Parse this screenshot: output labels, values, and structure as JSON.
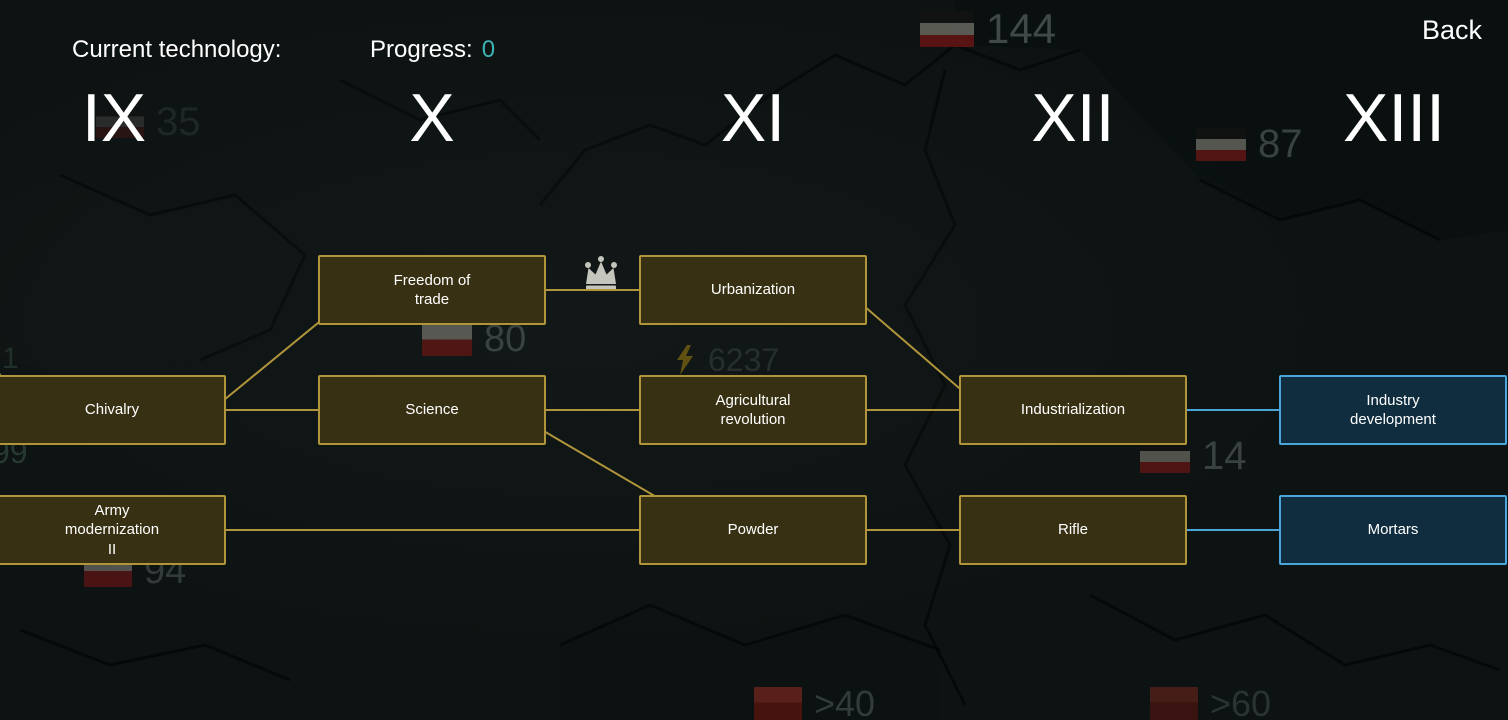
{
  "header": {
    "current_technology_label": "Current technology:",
    "progress_label": "Progress:",
    "progress_value": "0",
    "back_label": "Back"
  },
  "eras": [
    {
      "numeral": "IX"
    },
    {
      "numeral": "X"
    },
    {
      "numeral": "XI"
    },
    {
      "numeral": "XII"
    },
    {
      "numeral": "XIII"
    }
  ],
  "nodes": [
    {
      "id": "chivalry",
      "label": "Chivalry",
      "era": "IX",
      "style": "gold"
    },
    {
      "id": "army-modernization-ii",
      "label": "Army\nmodernization\nII",
      "era": "IX",
      "style": "gold"
    },
    {
      "id": "freedom-of-trade",
      "label": "Freedom of\ntrade",
      "era": "X",
      "style": "gold"
    },
    {
      "id": "science",
      "label": "Science",
      "era": "X",
      "style": "gold"
    },
    {
      "id": "urbanization",
      "label": "Urbanization",
      "era": "XI",
      "style": "gold"
    },
    {
      "id": "agricultural-revolution",
      "label": "Agricultural\nrevolution",
      "era": "XI",
      "style": "gold"
    },
    {
      "id": "powder",
      "label": "Powder",
      "era": "XI",
      "style": "gold"
    },
    {
      "id": "industrialization",
      "label": "Industrialization",
      "era": "XII",
      "style": "gold"
    },
    {
      "id": "rifle",
      "label": "Rifle",
      "era": "XII",
      "style": "gold"
    },
    {
      "id": "industry-development",
      "label": "Industry\ndevelopment",
      "era": "XIII",
      "style": "blue"
    },
    {
      "id": "mortars",
      "label": "Mortars",
      "era": "XIII",
      "style": "blue"
    }
  ],
  "connections": [
    {
      "from": "chivalry",
      "to": "freedom-of-trade"
    },
    {
      "from": "chivalry",
      "to": "science"
    },
    {
      "from": "freedom-of-trade",
      "to": "urbanization"
    },
    {
      "from": "science",
      "to": "agricultural-revolution"
    },
    {
      "from": "science",
      "to": "powder"
    },
    {
      "from": "urbanization",
      "to": "industrialization"
    },
    {
      "from": "agricultural-revolution",
      "to": "industrialization"
    },
    {
      "from": "army-modernization-ii",
      "to": "powder"
    },
    {
      "from": "powder",
      "to": "rifle"
    },
    {
      "from": "industrialization",
      "to": "industry-development"
    },
    {
      "from": "rifle",
      "to": "mortars"
    }
  ],
  "map_labels": [
    {
      "value": "144",
      "icon": "flag-black-white-red"
    },
    {
      "value": "35",
      "icon": "flag-black-white-red"
    },
    {
      "value": "87",
      "icon": "flag-black-white-red"
    },
    {
      "value": "80",
      "icon": "flag-white-red"
    },
    {
      "value": "6237",
      "icon": "lightning-bolt"
    },
    {
      "value": "14",
      "icon": "flag-black-white-red"
    },
    {
      "value": "94",
      "icon": "flag-white-red"
    },
    {
      "value": ">40",
      "icon": "flag-red"
    },
    {
      "value": ">60",
      "icon": "flag-red"
    },
    {
      "value": "1",
      "icon": "none"
    },
    {
      "value": "99",
      "icon": "none"
    }
  ],
  "map_icons": {
    "crown": "capital-crown"
  },
  "colors": {
    "researched_border": "#b0953b",
    "researched_fill": "#383012",
    "available_border": "#4aa6da",
    "available_fill": "#0f2d3f",
    "link_gold": "#b0953b",
    "link_blue": "#4aa6da",
    "progress_value": "#3db4b4",
    "background": "#0d1212"
  }
}
